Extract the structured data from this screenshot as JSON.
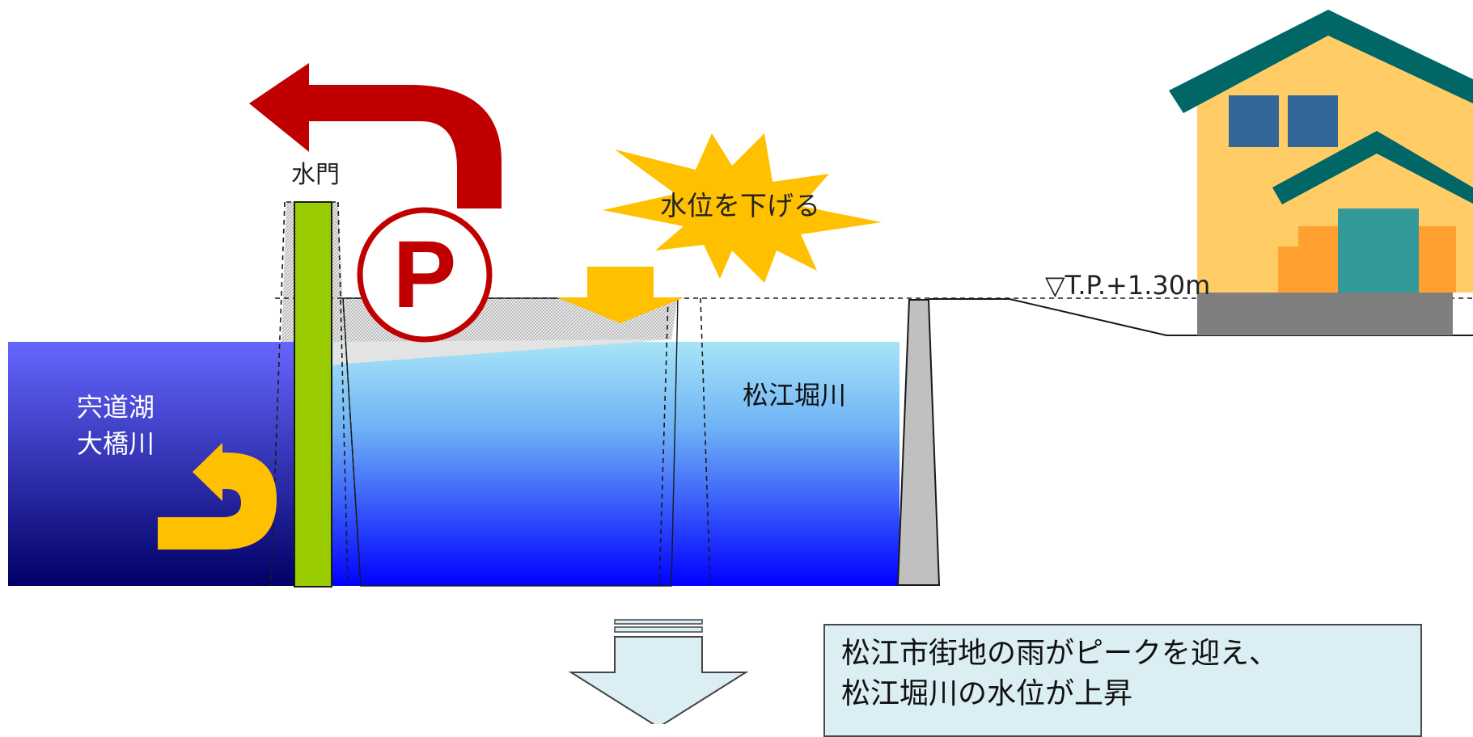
{
  "labels": {
    "gate": "水門",
    "lake": [
      "宍道湖",
      "大橋川"
    ],
    "canal": "松江堀川",
    "lower_water": "水位を下げる",
    "pump_symbol": "P",
    "level": "▽T.P.+1.30m"
  },
  "info_box": {
    "lines": [
      "松江市街地の雨がピークを迎え、",
      "松江堀川の水位が上昇"
    ]
  },
  "colors": {
    "lake_top": "#6666FF",
    "lake_bottom": "#000066",
    "canal_top": "#A8E4F8",
    "canal_bottom": "#0000FF",
    "gate": "#99CC00",
    "red_arrow": "#C00000",
    "orange": "#FFC000",
    "house_roof": "#006666",
    "house_wall": "#FFCC66",
    "info_bg": "#DAEEF3"
  }
}
